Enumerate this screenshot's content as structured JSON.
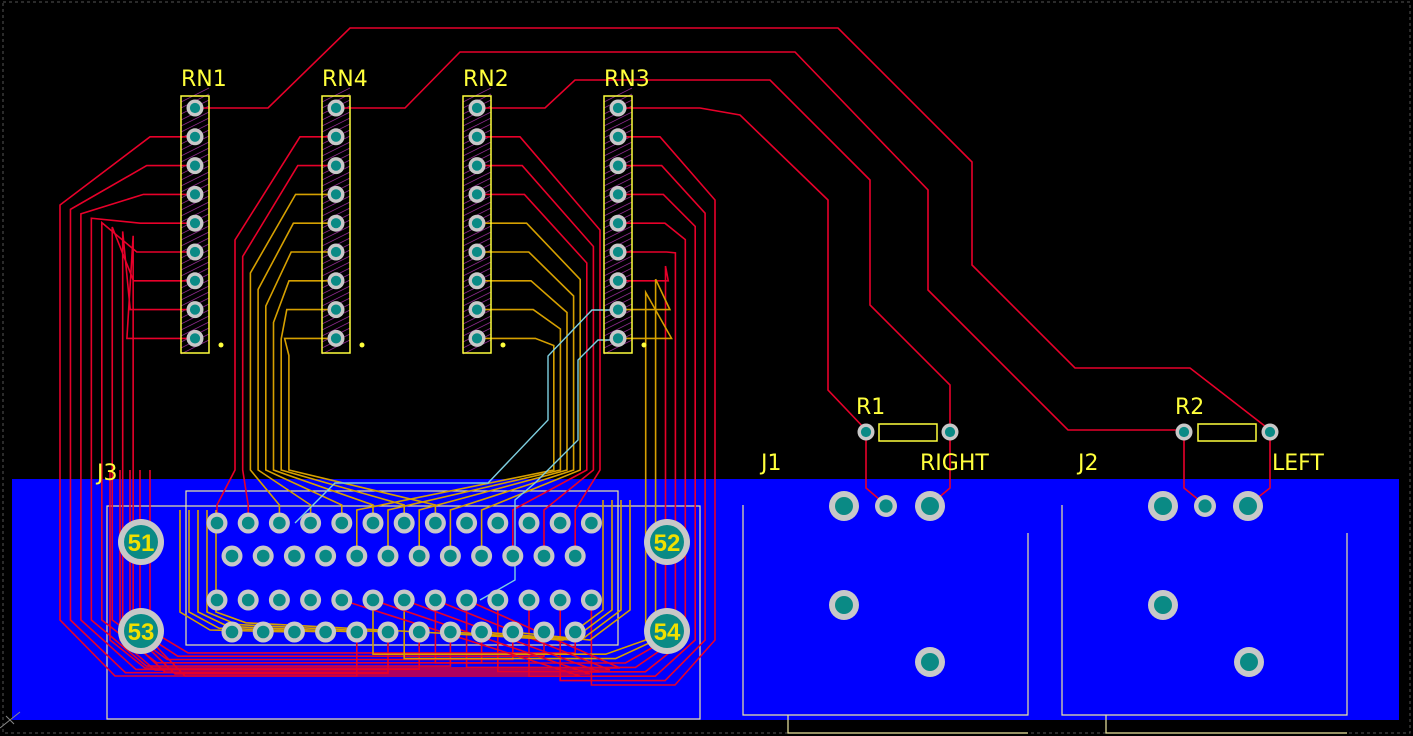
{
  "colors": {
    "background": "#000000",
    "bottom_layer": "#0000ff",
    "top_trace": "#e8002a",
    "mid_trace": "#d6a000",
    "cyan_trace": "#7ecfe0",
    "silkscreen": "#ffff3c",
    "pad": "#c8c8c8",
    "drill": "#0a8a85"
  },
  "components": {
    "rn1": "RN1",
    "rn4": "RN4",
    "rn2": "RN2",
    "rn3": "RN3",
    "j3": "J3",
    "j1": "J1",
    "j2": "J2",
    "r1": "R1",
    "r2": "R2",
    "right": "RIGHT",
    "left": "LEFT"
  },
  "mount_pads": {
    "p51": "51",
    "p52": "52",
    "p53": "53",
    "p54": "54"
  }
}
